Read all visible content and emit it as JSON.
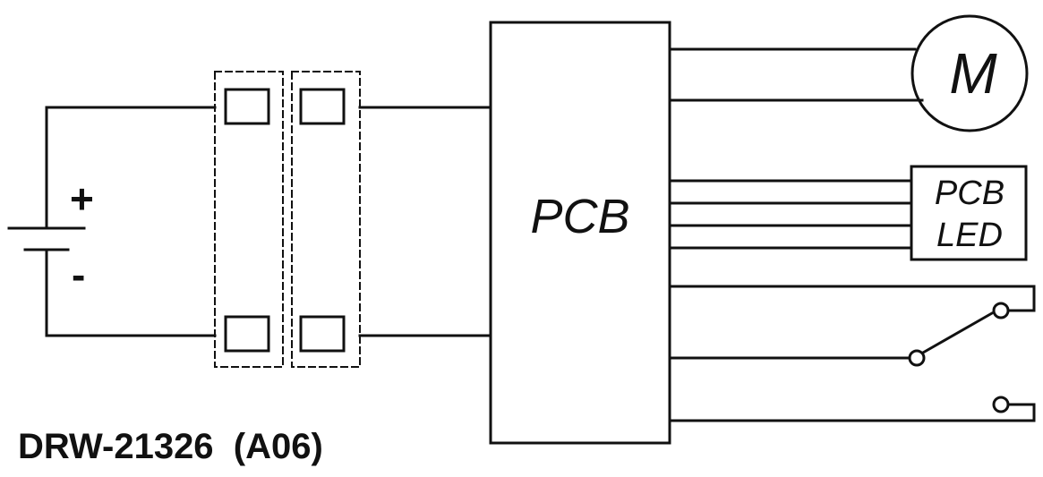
{
  "battery": {
    "plus": "+",
    "minus": "-"
  },
  "pcb": {
    "label": "PCB"
  },
  "motor": {
    "label": "M"
  },
  "led": {
    "line1": "PCB",
    "line2": "LED"
  },
  "drawing_number": "DRW-21326  (A06)",
  "colors": {
    "ink": "#111111",
    "background": "#ffffff"
  }
}
